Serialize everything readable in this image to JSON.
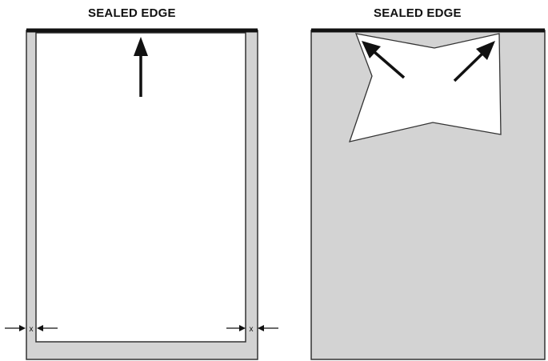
{
  "labels": {
    "left_title": "SEALED EDGE",
    "right_title": "SEALED EDGE",
    "dimension_left": "x",
    "dimension_right": "x"
  },
  "colors": {
    "bag_fill": "#d3d3d3",
    "outline": "#333333",
    "seal": "#111111",
    "interior": "#ffffff",
    "arrow": "#111111"
  }
}
